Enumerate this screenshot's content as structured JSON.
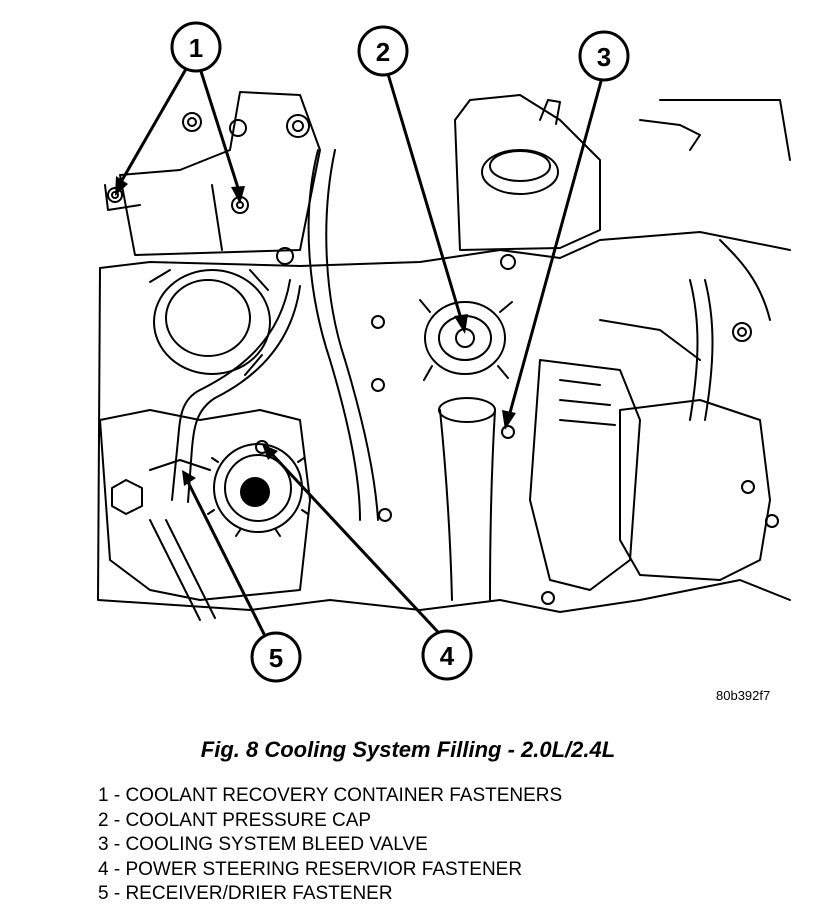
{
  "figure": {
    "code": "80b392f7",
    "caption": "Fig. 8 Cooling System Filling - 2.0L/2.4L",
    "callouts": [
      {
        "number": "1"
      },
      {
        "number": "2"
      },
      {
        "number": "3"
      },
      {
        "number": "4"
      },
      {
        "number": "5"
      }
    ],
    "legend": [
      "1 - COOLANT RECOVERY CONTAINER FASTENERS",
      "2 - COOLANT PRESSURE CAP",
      "3 - COOLING SYSTEM BLEED VALVE",
      "4 - POWER STEERING RESERVIOR FASTENER",
      "5 - RECEIVER/DRIER FASTENER"
    ]
  }
}
